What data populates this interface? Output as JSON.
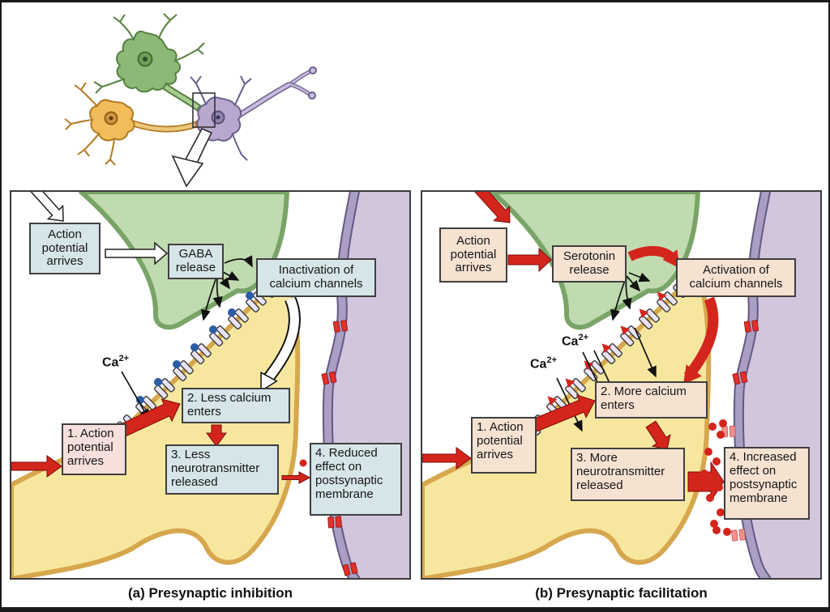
{
  "colors": {
    "box_blue": "#d6e5e8",
    "box_pink": "#f7dfdb",
    "box_peach": "#f6e2d1",
    "arrow_red": "#d4251c",
    "gaba_molecule_blue": "#2b5da6",
    "serotonin_molecule_red": "#d4251c",
    "presynaptic_terminal_green": "#c1dbb0",
    "axon_terminal_yellow": "#f7e79e",
    "postsynaptic_cell_purple": "#d2c6dd"
  },
  "panel_a": {
    "caption": "(a) Presynaptic inhibition",
    "action_potential": "Action potential arrives",
    "release": "GABA release",
    "channels": "Inactivation of calcium channels",
    "step1": "1. Action potential arrives",
    "step2": "2. Less calcium enters",
    "step3": "3. Less neurotransmitter released",
    "step4": "4. Reduced effect on postsynaptic membrane",
    "ca": "Ca",
    "ca_sup": "2+"
  },
  "panel_b": {
    "caption": "(b) Presynaptic facilitation",
    "action_potential": "Action potential arrives",
    "release": "Serotonin release",
    "channels": "Activation of calcium channels",
    "step1": "1. Action potential arrives",
    "step2": "2. More calcium enters",
    "step3": "3. More neurotransmitter released",
    "step4": "4. Increased effect on postsynaptic membrane",
    "ca": "Ca",
    "ca_sup": "2+",
    "ca2": "Ca",
    "ca2_sup": "2+"
  }
}
